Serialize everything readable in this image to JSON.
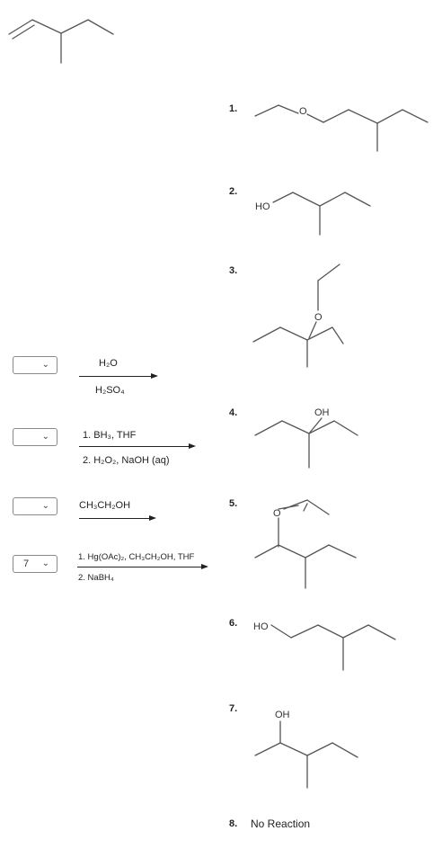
{
  "starting_material": {
    "type": "3-methyl-1-pentene"
  },
  "reactions": [
    {
      "selected": "",
      "line1": "H₂O",
      "line2": "H₂SO₄"
    },
    {
      "selected": "",
      "line1": "1. BH₃, THF",
      "line2": "2. H₂O₂, NaOH (aq)"
    },
    {
      "selected": "",
      "line1": "CH₃CH₂OH",
      "line2": ""
    },
    {
      "selected": "7",
      "line1": "1. Hg(OAc)₂, CH₃CH₂OH, THF",
      "line2": "2. NaBH₄"
    }
  ],
  "chevron": "⌄",
  "options": [
    {
      "num": "1."
    },
    {
      "num": "2.",
      "label": "HO"
    },
    {
      "num": "3.",
      "label": "O"
    },
    {
      "num": "4.",
      "label": "OH"
    },
    {
      "num": "5.",
      "label": "O"
    },
    {
      "num": "6.",
      "label": "HO"
    },
    {
      "num": "7.",
      "label": "OH"
    },
    {
      "num": "8.",
      "text": "No Reaction"
    }
  ],
  "option1_atom": "O"
}
